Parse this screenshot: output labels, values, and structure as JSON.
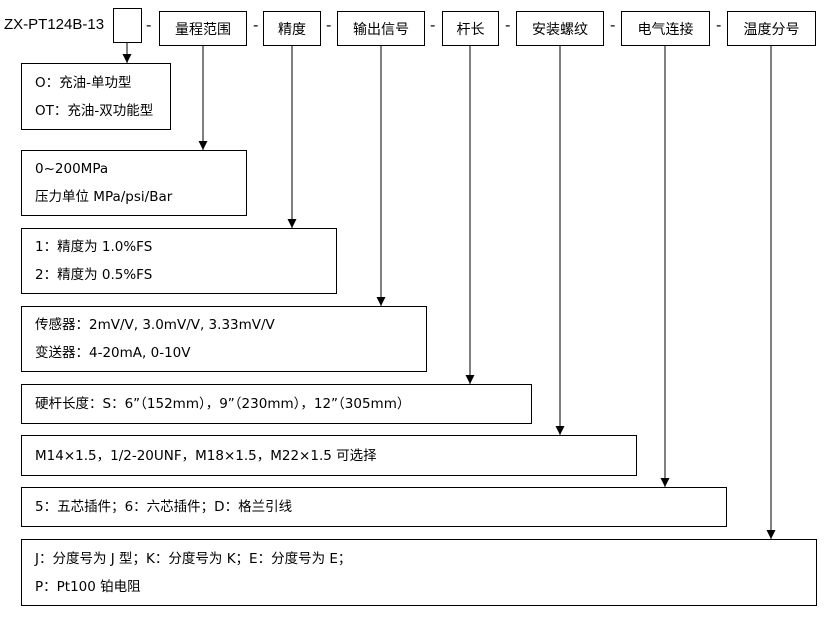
{
  "model": "ZX-PT124B-13",
  "separator": "-",
  "headers": [
    "量程范围",
    "精度",
    "输出信号",
    "杆长",
    "安装螺纹",
    "电气连接",
    "温度分号"
  ],
  "options": [
    [
      "O：充油-单功型",
      "OT：充油-双功能型"
    ],
    [
      "0~200MPa",
      "压力单位 MPa/psi/Bar"
    ],
    [
      "1：精度为 1.0%FS",
      "2：精度为 0.5%FS"
    ],
    [
      "传感器：2mV/V, 3.0mV/V, 3.33mV/V",
      "变送器：4-20mA, 0-10V"
    ],
    [
      "硬杆长度：S：6”（152mm），9”（230mm），12”（305mm）"
    ],
    [
      "M14×1.5，1/2-20UNF，M18×1.5，M22×1.5 可选择"
    ],
    [
      "5：五芯插件；6：六芯插件；D：格兰引线"
    ],
    [
      "J：分度号为 J 型；K：分度号为 K；E：分度号为 E；",
      "P：Pt100 铂电阻"
    ]
  ]
}
